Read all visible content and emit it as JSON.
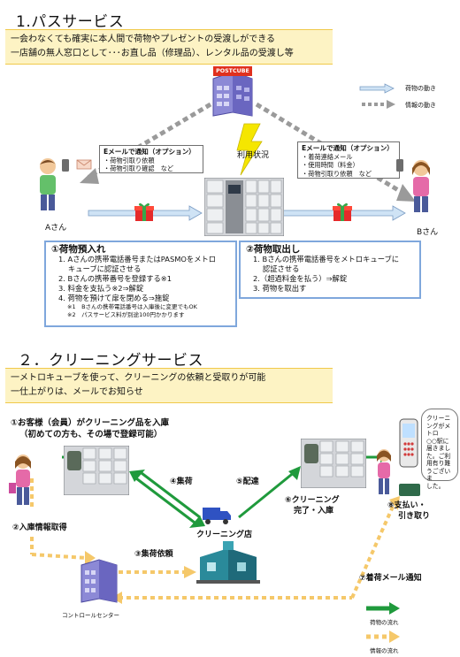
{
  "section1": {
    "title": "1.パスサービス",
    "bullets": [
      "一会わなくても確実に本人間で荷物やプレゼントの受渡しができる",
      "一店舗の無人窓口として･･･お直し品（修理品）、レンタル品の受渡し等"
    ],
    "postcube_label": "POSTCUBE",
    "usage_label": "利用状況",
    "legend": {
      "goods": "荷物の動き",
      "info": "情報の動き"
    },
    "notify_left": {
      "title": "Eメールで通知（オプション）",
      "items": [
        "・荷物引取り依頼",
        "・荷物引取り確認　など"
      ]
    },
    "notify_right": {
      "title": "Eメールで通知（オプション）",
      "items": [
        "・着荷連絡メール",
        "・使用時間（料金）",
        "・荷物引取り依頼　など"
      ]
    },
    "person_a": "Aさん",
    "person_b": "Bさん",
    "deposit": {
      "title": "①荷物預入れ",
      "steps": [
        "1. Aさんの携帯電話番号またはPASMOをメトロ",
        "　 キューブに認証させる",
        "2. Bさんの携帯番号を登録する※1",
        "3. 料金を支払う※2⇒解錠",
        "4. 荷物を預けて扉を閉める⇒施錠"
      ],
      "notes": [
        "※1　Bさんの携帯電話番号は入庫後に変更でもOK",
        "※2　パスサービス料が別途100円かかります"
      ]
    },
    "pickup": {
      "title": "②荷物取出し",
      "steps": [
        "1. Bさんの携帯電話番号をメトロキューブに",
        "　 認証させる",
        "2.（超過料金を払う）⇒解錠",
        "3. 荷物を取出す"
      ]
    }
  },
  "section2": {
    "title": "２．クリーニングサービス",
    "bullets": [
      "一メトロキューブを使って、クリーニングの依頼と受取りが可能",
      "一仕上がりは、メールでお知らせ"
    ],
    "step1": [
      "①お客様（会員）がクリーニング品を入庫",
      "（初めての方も、その場で登録可能）"
    ],
    "step2": "②入庫情報取得",
    "step3": "③集荷依頼",
    "step4": "④集荷",
    "step5": "⑤配達",
    "step6": [
      "⑥クリーニング",
      "完了・入庫"
    ],
    "step7": "⑦着荷メール通知",
    "step8": [
      "⑧支払い・",
      "引き取り"
    ],
    "cleaning_shop": "クリーニング店",
    "control_center": "コントロールセンター",
    "bubble": [
      "クリーニ",
      "ングがメトロ",
      "○○駅に",
      "届きまし",
      "た。ご利",
      "用有り難",
      "うございま",
      "した。"
    ],
    "legend": {
      "goods": "荷物の流れ",
      "info": "情報の流れ"
    }
  },
  "colors": {
    "band": "#fdf3c4",
    "green": "#1f9a3c",
    "dashed": "#f5c86a",
    "box_blue": "#7fa7dc"
  }
}
